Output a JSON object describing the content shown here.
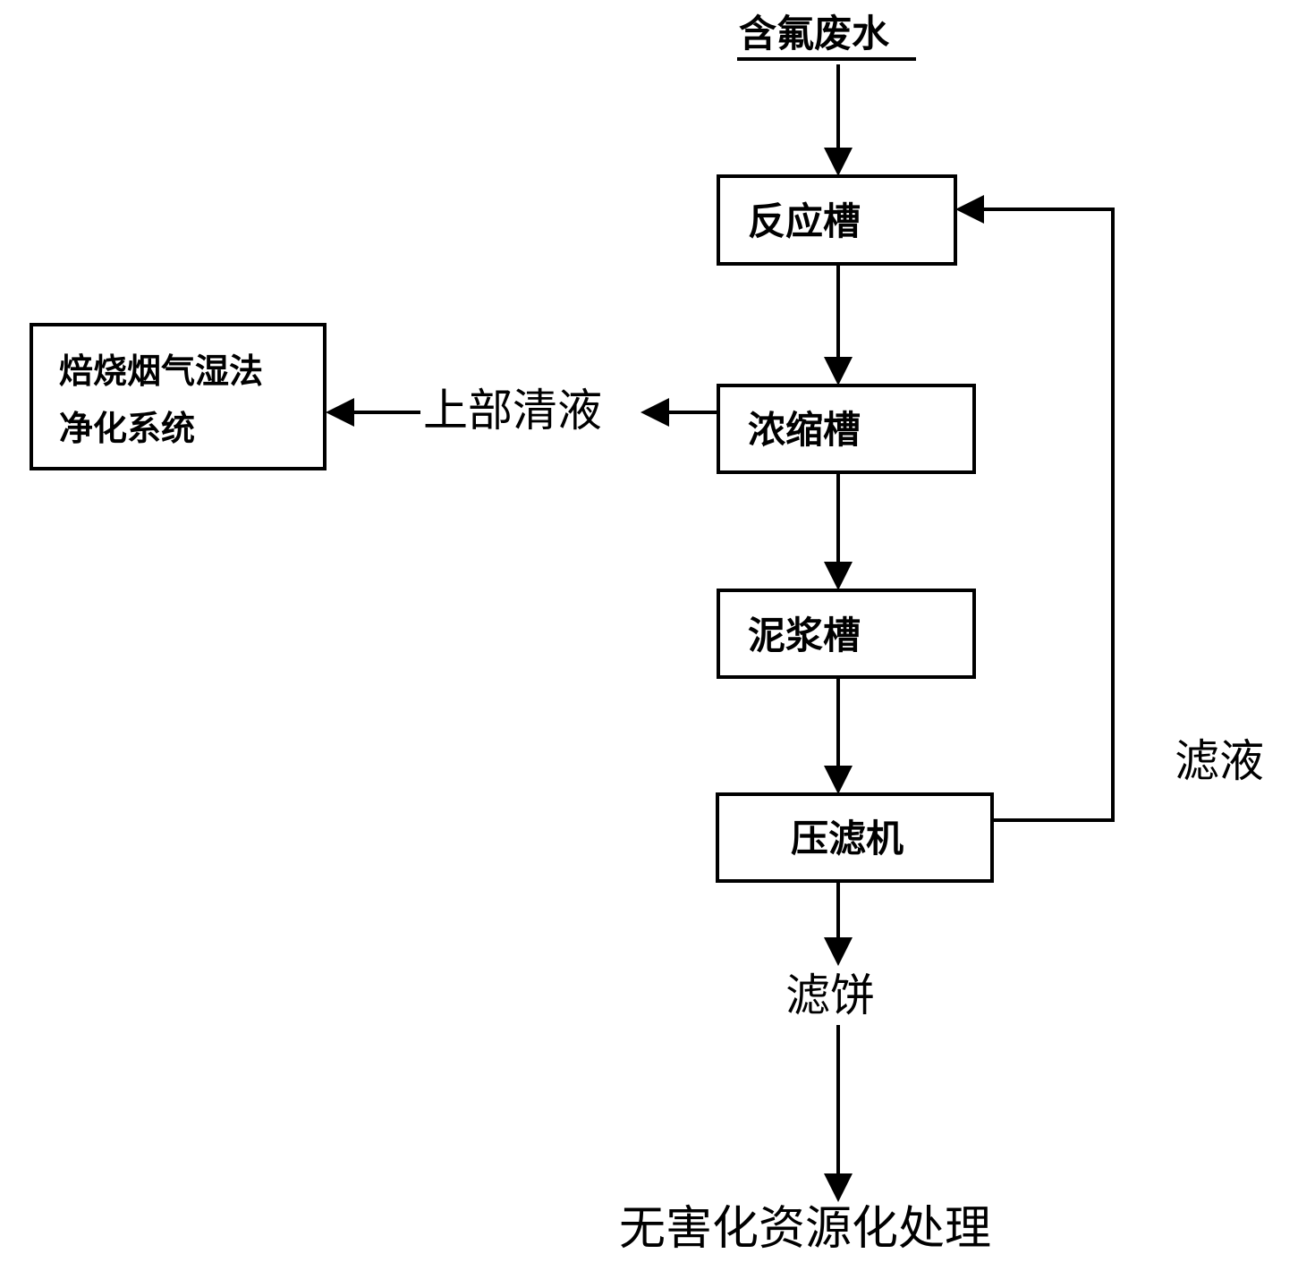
{
  "input": {
    "label": "含氟废水"
  },
  "units": {
    "reaction_tank": {
      "label": "反应槽"
    },
    "thickener": {
      "label": "浓缩槽"
    },
    "slurry_tank": {
      "label": "泥浆槽"
    },
    "filter_press": {
      "label": "压滤机"
    }
  },
  "scrubber": {
    "line1": "焙烧烟气湿法",
    "line2": "净化系统"
  },
  "streams": {
    "overflow": {
      "label": "上部清液"
    },
    "filtrate": {
      "label": "滤液"
    },
    "filter_cake": {
      "label": "滤饼"
    }
  },
  "output": {
    "label": "无害化资源化处理"
  },
  "colors": {
    "line": "#000000",
    "background": "#ffffff"
  }
}
